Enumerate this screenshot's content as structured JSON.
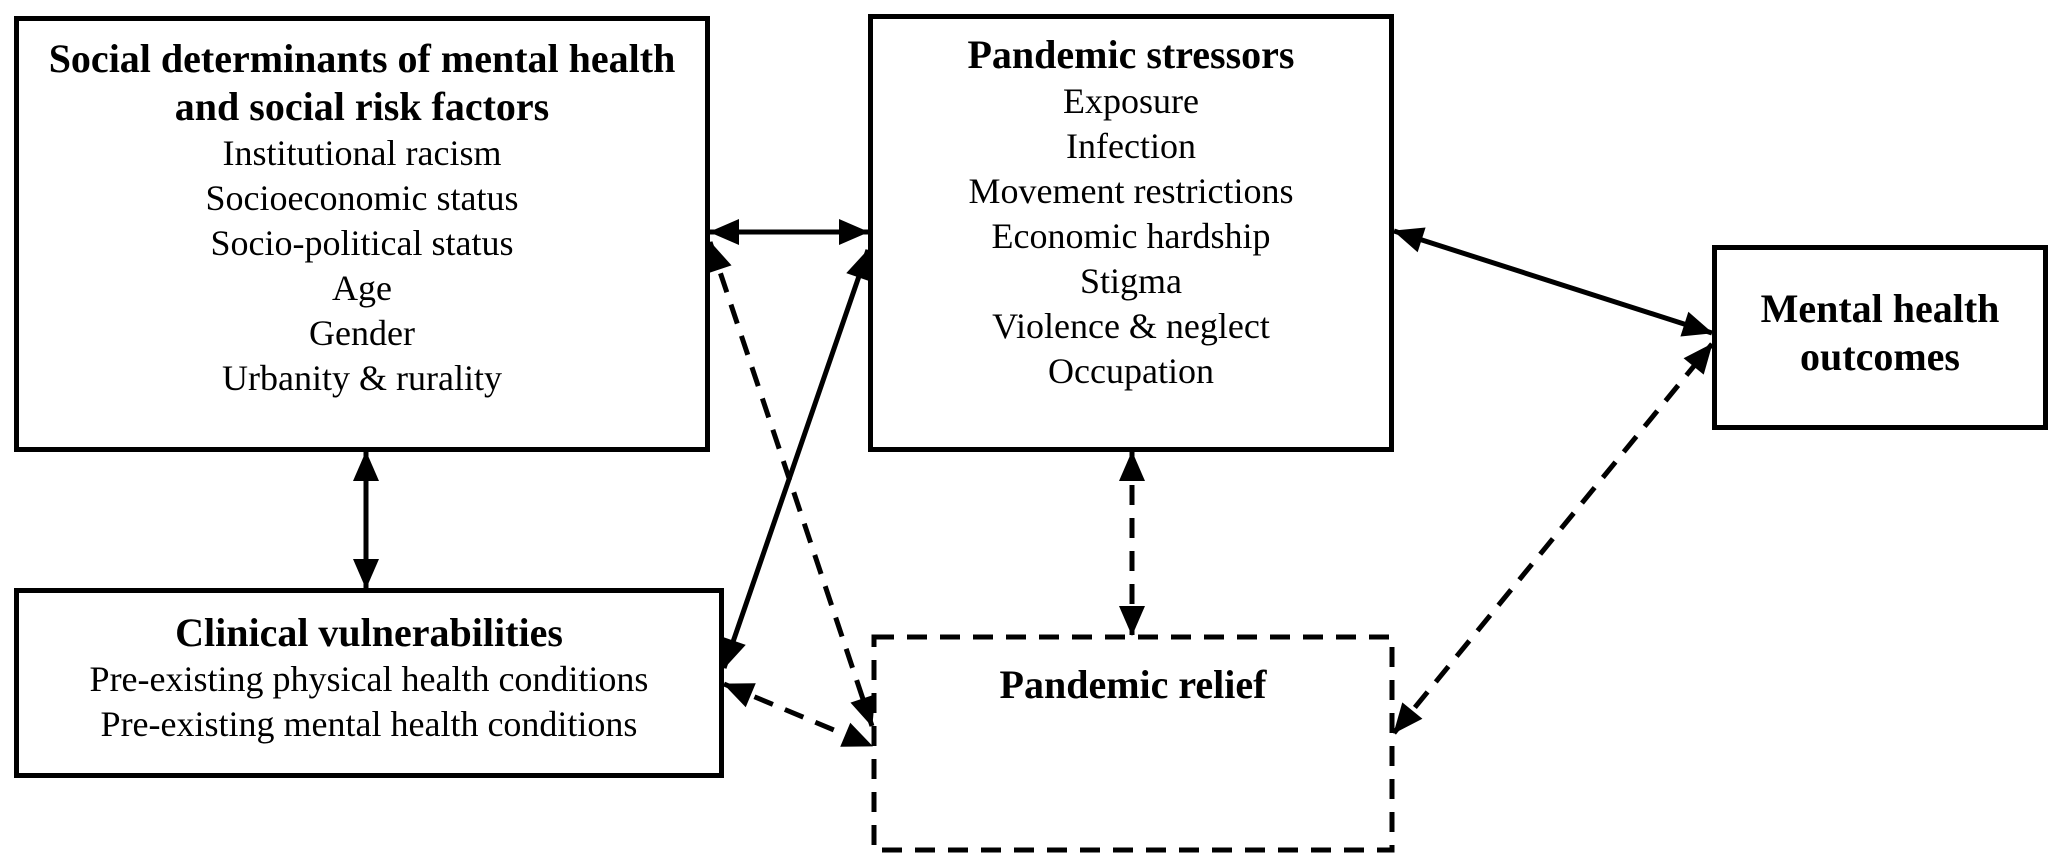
{
  "diagram": {
    "boxes": {
      "social_determinants": {
        "title": "Social determinants of mental health\nand social risk factors",
        "items": [
          "Institutional racism",
          "Socioeconomic status",
          "Socio-political status",
          "Age",
          "Gender",
          "Urbanity & rurality"
        ]
      },
      "pandemic_stressors": {
        "title": "Pandemic stressors",
        "items": [
          "Exposure",
          "Infection",
          "Movement restrictions",
          "Economic hardship",
          "Stigma",
          "Violence & neglect",
          "Occupation"
        ]
      },
      "mental_health_outcomes": {
        "title": "Mental health\noutcomes",
        "items": []
      },
      "clinical_vulnerabilities": {
        "title": "Clinical vulnerabilities",
        "items": [
          "Pre-existing physical health conditions",
          "Pre-existing mental health conditions"
        ]
      },
      "pandemic_relief": {
        "title": "Pandemic relief",
        "items": []
      }
    },
    "edges": [
      {
        "from": "social-determinants",
        "to": "pandemic-stressors",
        "style": "solid",
        "bidirectional": true
      },
      {
        "from": "social-determinants",
        "to": "clinical-vulnerabilities",
        "style": "solid",
        "bidirectional": true
      },
      {
        "from": "clinical-vulnerabilities",
        "to": "pandemic-stressors",
        "style": "solid",
        "bidirectional": true
      },
      {
        "from": "pandemic-stressors",
        "to": "mental-health-outcomes",
        "style": "solid",
        "bidirectional": true
      },
      {
        "from": "social-determinants",
        "to": "pandemic-relief",
        "style": "dashed",
        "bidirectional": true
      },
      {
        "from": "clinical-vulnerabilities",
        "to": "pandemic-relief",
        "style": "dashed",
        "bidirectional": true
      },
      {
        "from": "pandemic-stressors",
        "to": "pandemic-relief",
        "style": "dashed",
        "bidirectional": true
      },
      {
        "from": "pandemic-relief",
        "to": "mental-health-outcomes",
        "style": "dashed",
        "bidirectional": true
      }
    ],
    "colors": {
      "line": "#000000",
      "background": "#ffffff",
      "text": "#000000"
    }
  }
}
